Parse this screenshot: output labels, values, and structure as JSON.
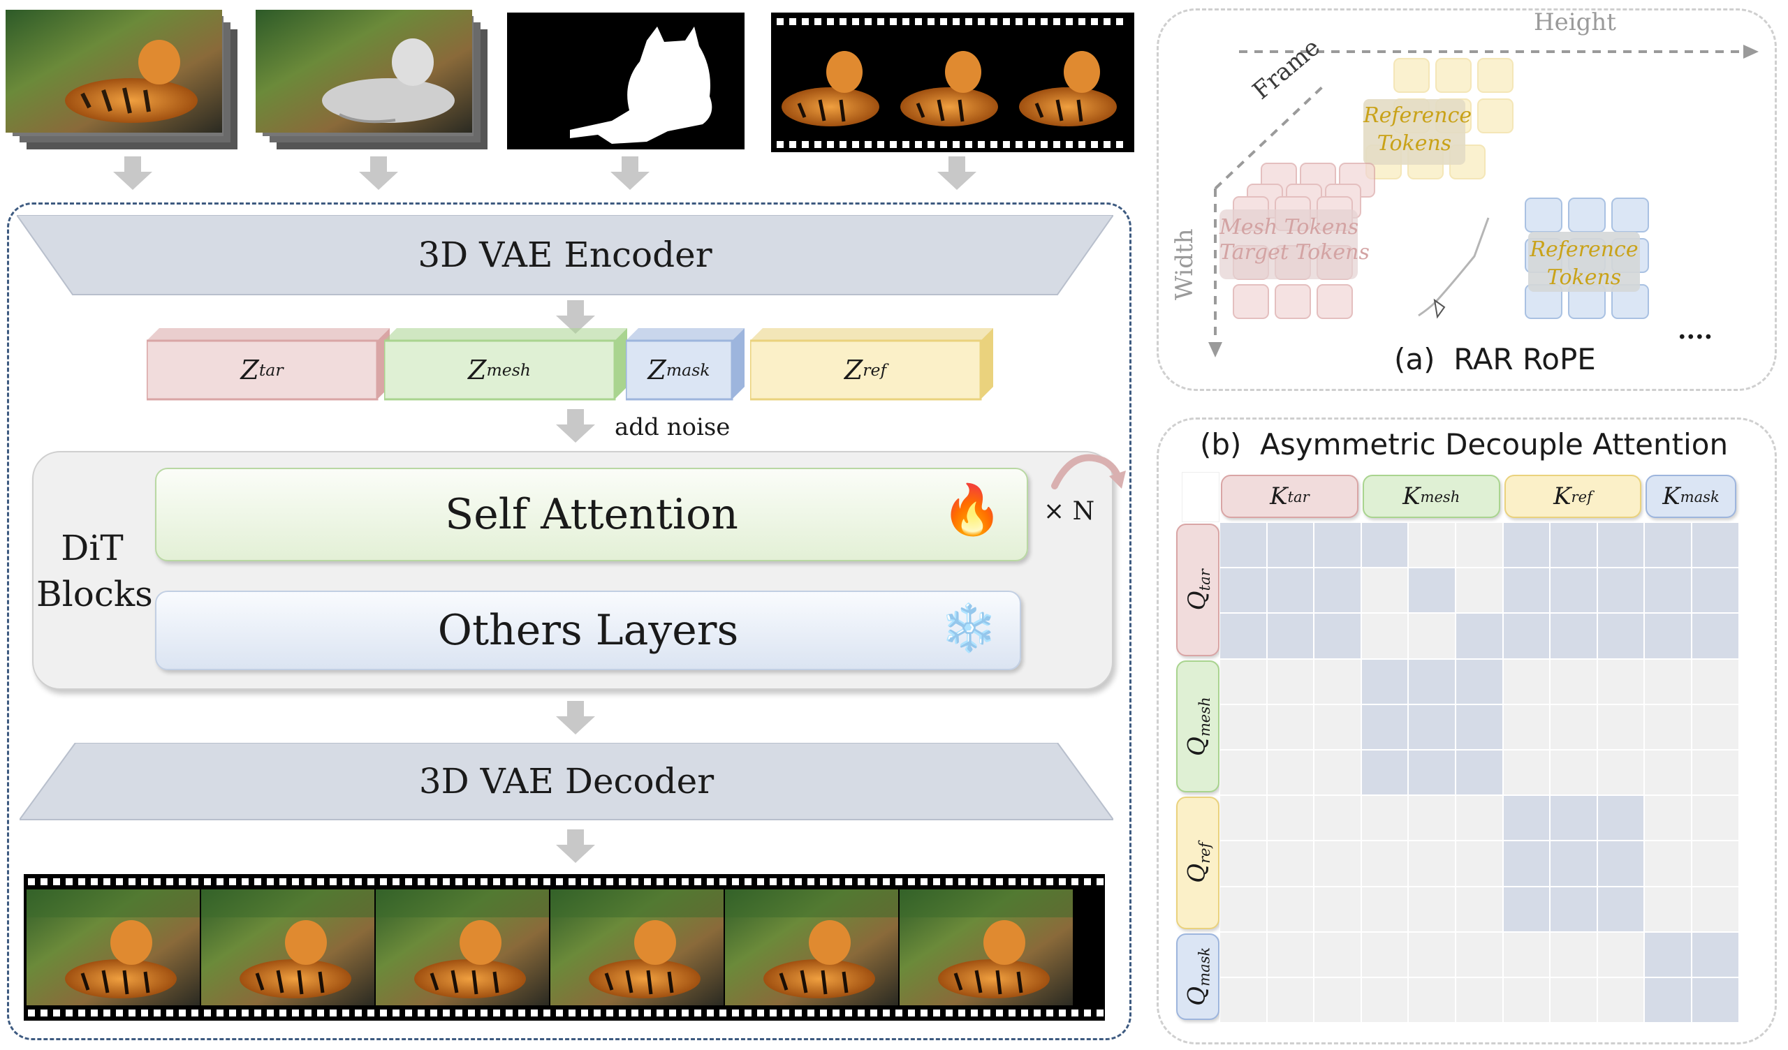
{
  "colors": {
    "tar": "#f1dcdc",
    "tar_border": "#d9a5a5",
    "mesh": "#dff0d4",
    "mesh_border": "#a9d48f",
    "mask": "#dbe5f4",
    "mask_border": "#9db5dd",
    "ref": "#fbf0c8",
    "ref_border": "#ead27d",
    "cell_on": "#d5dbe7",
    "cell_off": "#f0f0f0",
    "dash": "#3d5a80",
    "arrow": "#c8c8c8"
  },
  "icons": {
    "fire": "fire-icon",
    "snow": "snowflake-icon",
    "loop": "loop-arrow-icon",
    "down": "down-arrow-icon"
  },
  "pipeline": {
    "encoder": "3D VAE Encoder",
    "decoder": "3D VAE Decoder",
    "latents": [
      {
        "base": "Z",
        "sub": "tar",
        "key": "tar"
      },
      {
        "base": "Z",
        "sub": "mesh",
        "key": "mesh"
      },
      {
        "base": "Z",
        "sub": "mask",
        "key": "mask"
      },
      {
        "base": "Z",
        "sub": "ref",
        "key": "ref"
      }
    ],
    "add_noise": "add noise",
    "dit_line1": "DiT",
    "dit_line2": "Blocks",
    "self_attention": "Self Attention",
    "others_layers": "Others Layers",
    "repeat": "× N",
    "fire_glyph": "🔥",
    "snow_glyph": "❄️"
  },
  "rope": {
    "caption": "(a)  RAR RoPE",
    "axis_height": "Height",
    "axis_frame": "Frame",
    "axis_width": "Width",
    "ref_tokens_top": "Reference\nTokens",
    "mesh_tokens": "Mesh Tokens",
    "target_tokens": "Target Tokens",
    "ref_tokens_right": "Reference\nTokens",
    "ellipsis": "...."
  },
  "attention": {
    "caption": "(b)  Asymmetric Decouple Attention",
    "columns": [
      {
        "base": "K",
        "sub": "tar",
        "key": "tar"
      },
      {
        "base": "K",
        "sub": "mesh",
        "key": "mesh"
      },
      {
        "base": "K",
        "sub": "ref",
        "key": "ref"
      },
      {
        "base": "K",
        "sub": "mask",
        "key": "mask"
      }
    ],
    "rows": [
      {
        "base": "Q",
        "sub": "tar",
        "key": "tar"
      },
      {
        "base": "Q",
        "sub": "mesh",
        "key": "mesh"
      },
      {
        "base": "Q",
        "sub": "ref",
        "key": "ref"
      },
      {
        "base": "Q",
        "sub": "mask",
        "key": "mask"
      }
    ],
    "matrix": [
      [
        1,
        1,
        1,
        1,
        0,
        0,
        1,
        1,
        1,
        1,
        1
      ],
      [
        1,
        1,
        1,
        0,
        1,
        0,
        1,
        1,
        1,
        1,
        1
      ],
      [
        1,
        1,
        1,
        0,
        0,
        1,
        1,
        1,
        1,
        1,
        1
      ],
      [
        0,
        0,
        0,
        1,
        1,
        1,
        0,
        0,
        0,
        0,
        0
      ],
      [
        0,
        0,
        0,
        1,
        1,
        1,
        0,
        0,
        0,
        0,
        0
      ],
      [
        0,
        0,
        0,
        1,
        1,
        1,
        0,
        0,
        0,
        0,
        0
      ],
      [
        0,
        0,
        0,
        0,
        0,
        0,
        1,
        1,
        1,
        0,
        0
      ],
      [
        0,
        0,
        0,
        0,
        0,
        0,
        1,
        1,
        1,
        0,
        0
      ],
      [
        0,
        0,
        0,
        0,
        0,
        0,
        1,
        1,
        1,
        0,
        0
      ],
      [
        0,
        0,
        0,
        0,
        0,
        0,
        0,
        0,
        0,
        1,
        1
      ],
      [
        0,
        0,
        0,
        0,
        0,
        0,
        0,
        0,
        0,
        1,
        1
      ]
    ]
  }
}
